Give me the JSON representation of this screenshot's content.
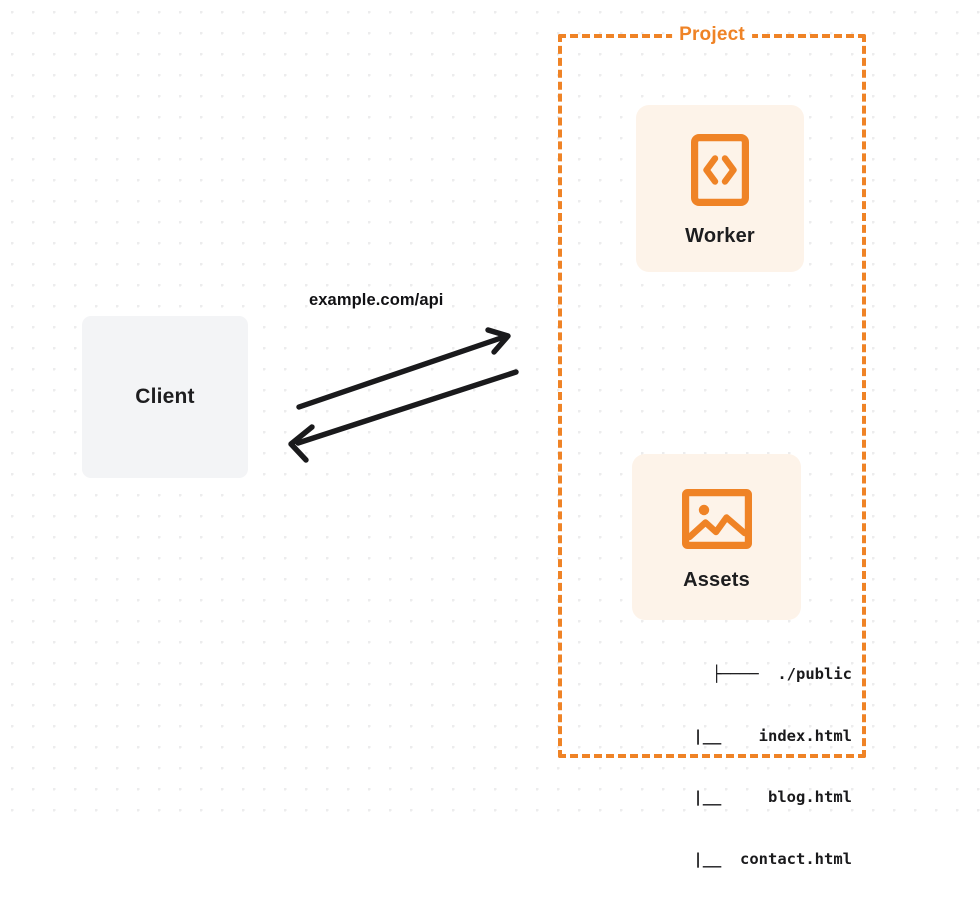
{
  "diagram": {
    "title": "Client to Project Worker and Assets request flow",
    "background": {
      "color": "#ffffff",
      "dot_color": "#ececed",
      "dot_spacing": 21
    },
    "colors": {
      "accent_orange": "#ef8326",
      "card_fill": "#fdf3e9",
      "client_fill": "#f3f4f6",
      "text_dark": "#1d1d1f",
      "arrow_stroke": "#1a1a1c"
    },
    "client": {
      "label": "Client"
    },
    "connection": {
      "label": "example.com/api",
      "request_arrow_name": "request-arrow",
      "response_arrow_name": "response-arrow"
    },
    "project": {
      "label": "Project",
      "border_style": "dashed",
      "cards": [
        {
          "label": "Worker",
          "icon": "code-brackets-icon"
        },
        {
          "label": "Assets",
          "icon": "image-icon"
        }
      ],
      "tree": [
        "├────  ./public",
        "|__    index.html",
        "|__     blog.html",
        "|__  contact.html"
      ]
    }
  }
}
